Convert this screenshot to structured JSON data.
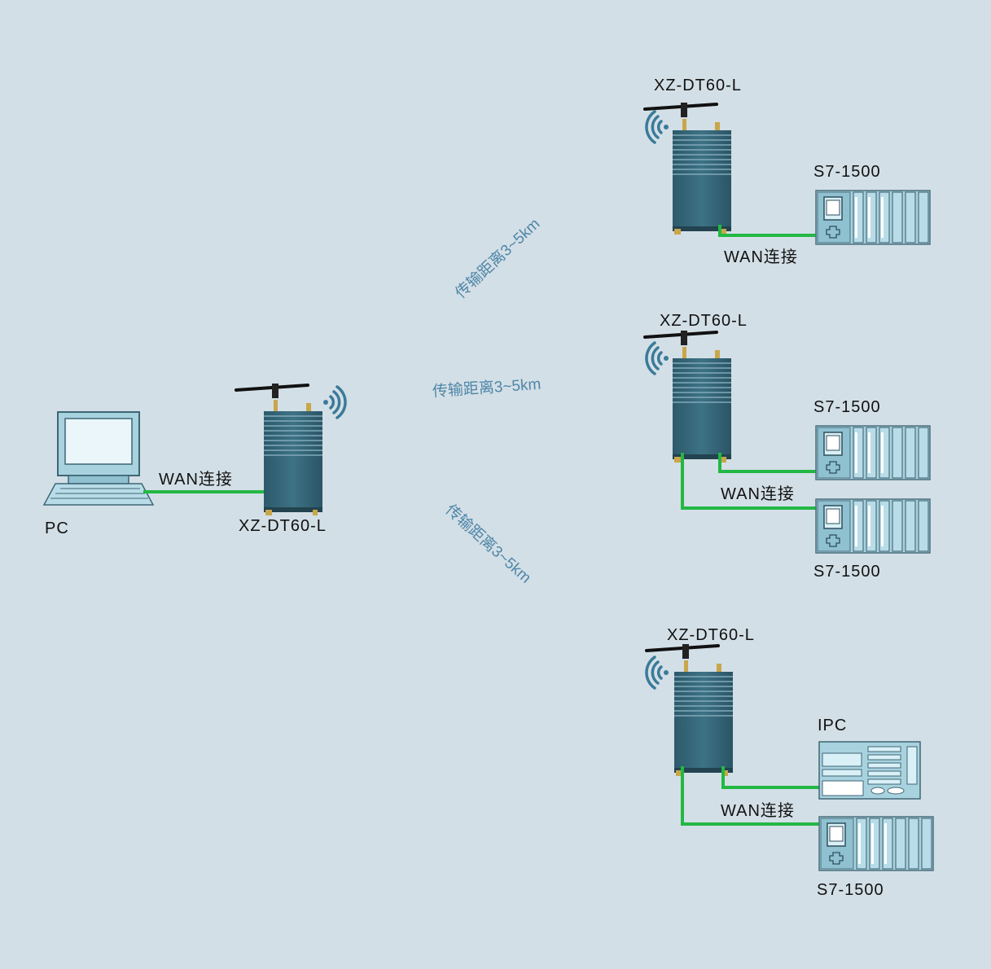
{
  "colors": {
    "background": "#d3dfe6",
    "wan_line": "#22b844",
    "radio_body": "#3a6e82",
    "wifi_signal": "#3b7a99",
    "distance_text": "#4f86a8",
    "plc_body": "#a9d2df"
  },
  "left": {
    "pc_label": "PC",
    "wan_label": "WAN连接",
    "radio_label": "XZ-DT60-L"
  },
  "distance": {
    "top": "传输距离3~5km",
    "mid": "传输距离3~5km",
    "bottom": "传输距离3~5km"
  },
  "site1": {
    "radio_label": "XZ-DT60-L",
    "plc_label": "S7-1500",
    "wan_label": "WAN连接"
  },
  "site2": {
    "radio_label": "XZ-DT60-L",
    "plc1_label": "S7-1500",
    "plc2_label": "S7-1500",
    "wan_label": "WAN连接"
  },
  "site3": {
    "radio_label": "XZ-DT60-L",
    "ipc_label": "IPC",
    "plc_label": "S7-1500",
    "wan_label": "WAN连接"
  }
}
